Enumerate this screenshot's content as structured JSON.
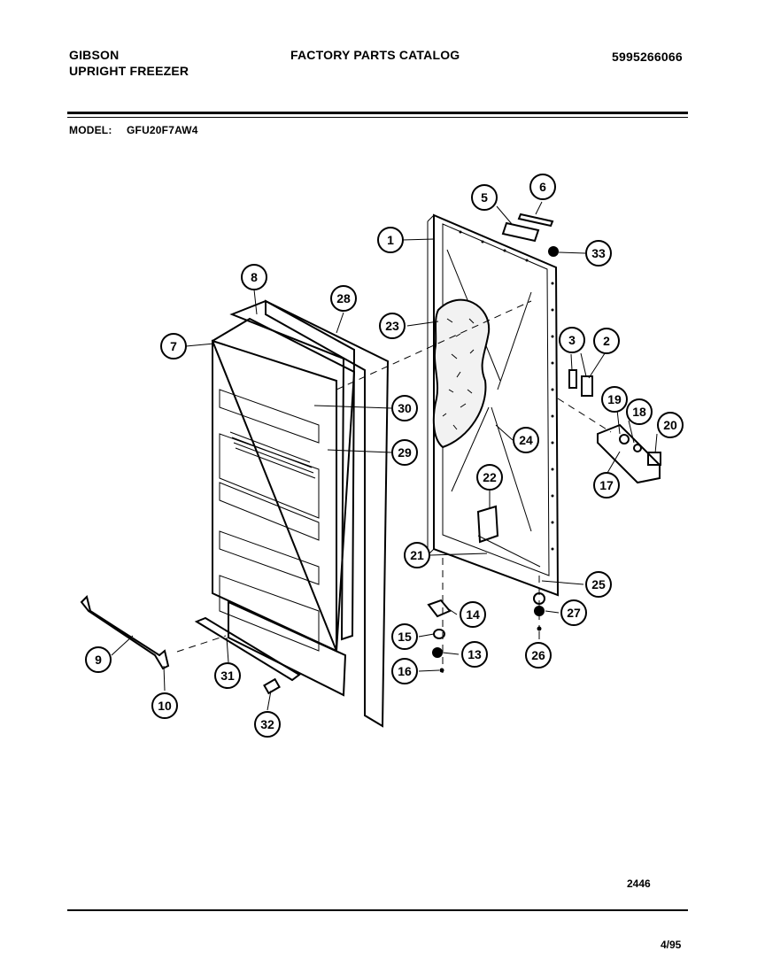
{
  "header": {
    "brand": "GIBSON",
    "product": "UPRIGHT FREEZER",
    "catalog_title": "FACTORY PARTS CATALOG",
    "part_number": "5995266066",
    "model_label": "MODEL:",
    "model_value": "GFU20F7AW4"
  },
  "footer": {
    "figure_number": "2446",
    "date": "4/95"
  },
  "callouts": [
    "1",
    "2",
    "3",
    "5",
    "6",
    "7",
    "8",
    "9",
    "10",
    "13",
    "14",
    "15",
    "16",
    "17",
    "18",
    "19",
    "20",
    "21",
    "22",
    "23",
    "24",
    "25",
    "26",
    "27",
    "28",
    "29",
    "30",
    "31",
    "32",
    "33"
  ]
}
